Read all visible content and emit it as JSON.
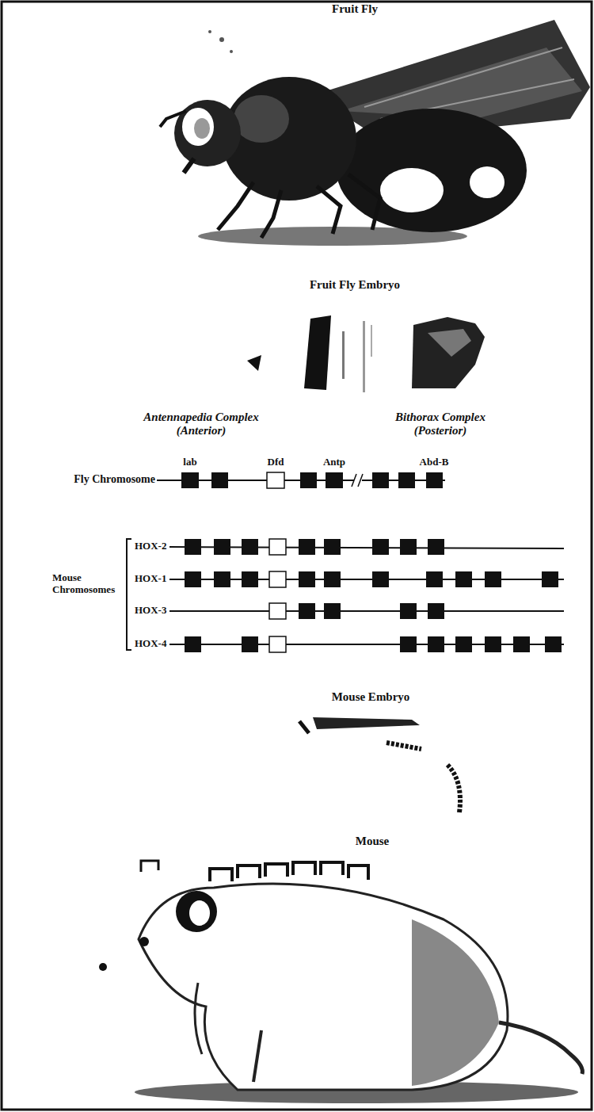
{
  "diagram": {
    "labels": [
      "Fruit Fly",
      "Fruit Fly Embryo",
      "Antennapedia Complex (Anterior)",
      "Bithorax Complex (Posterior)",
      "lab",
      "Dfd",
      "Antp",
      "Abd-B",
      "Fly Chromosome",
      "HOX-2",
      "HOX-1",
      "HOX-3",
      "HOX-4",
      "Mouse Chromosomes",
      "Mouse Embryo",
      "Mouse"
    ]
  }
}
